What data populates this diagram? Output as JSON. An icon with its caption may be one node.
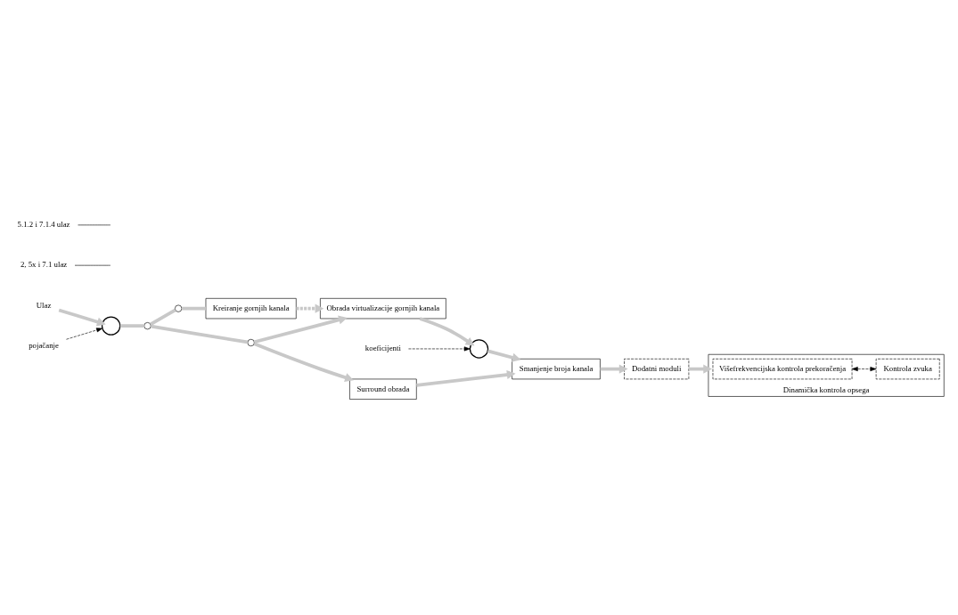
{
  "diagram": {
    "nodes": [
      {
        "text": [
          "Ulaz"
        ]
      },
      {
        "text": [
          "pojačanje"
        ]
      },
      {
        "text": [],
        "shape": "circle"
      },
      {
        "text": [],
        "shape": "circle"
      },
      {
        "text": [
          "2, 5x i 7.1 ulaz"
        ]
      },
      {
        "text": [],
        "shape": "circle"
      },
      {
        "text": [
          "Kreiranje gornjih kanala"
        ]
      },
      {
        "text": [
          "Obrada virtualizacije gornjih kanala"
        ]
      },
      {
        "text": [
          "koeficijenti"
        ]
      },
      {
        "text": [],
        "shape": "circle"
      },
      {
        "text": [],
        "shape": "circle"
      },
      {
        "text": [
          "5.1.2 i 7.1.4 ulaz"
        ]
      },
      {
        "text": [
          "Surround obrada"
        ]
      },
      {
        "text": [
          "Smanjenje broja kanala"
        ]
      },
      {
        "text": [
          "Dodatni moduli"
        ]
      },
      {
        "text": [
          "Dinamička kontrola opsega"
        ]
      },
      {
        "text": [
          "Višefrekvencijska kontrola prekoračenja"
        ],
        "in": 15
      },
      {
        "text": [
          "Kontrola zvuka"
        ],
        "in": 15
      }
    ],
    "edges": [
      {
        "from": 0,
        "to": 2,
        "arrow": "to"
      },
      {
        "from": 1,
        "to": 2,
        "arrow": "to",
        "style": "dashed",
        "color": "#000000"
      },
      {
        "from": 2,
        "to": 3,
        "arrow": "none"
      },
      {
        "from": 3,
        "to": 5,
        "arrow": "none"
      },
      {
        "from": 3,
        "to": 10,
        "arrow": "none"
      },
      {
        "from": 5,
        "to": 6,
        "arrow": "none"
      },
      {
        "from": 6,
        "to": 7,
        "arrow": "to",
        "style": "dashed"
      },
      {
        "from": 10,
        "to": 7,
        "arrow": "to"
      },
      {
        "from": 10,
        "to": 12,
        "arrow": "to"
      },
      {
        "from": 7,
        "to": 9,
        "arrow": "to"
      },
      {
        "from": 8,
        "to": 9,
        "arrow": "to",
        "style": "dashed",
        "color": "#000000"
      },
      {
        "from": 9,
        "to": 13,
        "arrow": "to"
      },
      {
        "from": 12,
        "to": 13,
        "arrow": "to"
      },
      {
        "from": 13,
        "to": 14,
        "arrow": "to"
      },
      {
        "from": 14,
        "to": 15,
        "arrow": "to"
      },
      {
        "from": 16,
        "to": 17,
        "arrow": "both",
        "style": "dashed",
        "color": "#000000"
      },
      {
        "from": 4,
        "to": null,
        "arrow": "none",
        "color": "#000000"
      },
      {
        "from": 11,
        "to": null,
        "arrow": "none",
        "color": "#000000"
      }
    ]
  }
}
